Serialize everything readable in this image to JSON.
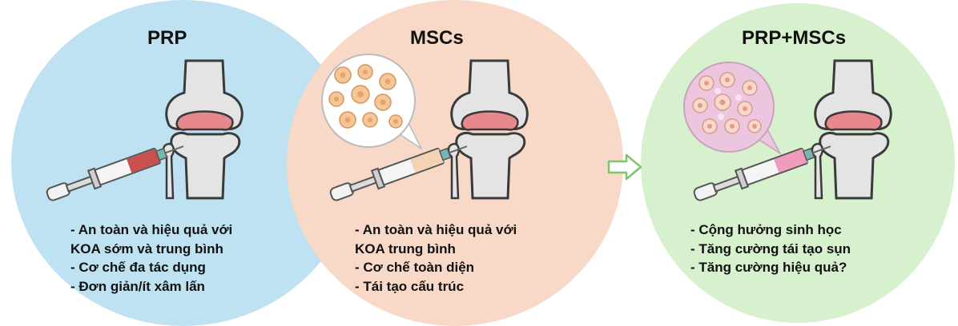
{
  "panels": {
    "prp": {
      "title": "PRP",
      "lines": [
        "- An toàn và hiệu quả với",
        "KOA sớm và trung bình",
        "- Cơ chế đa tác dụng",
        "- Đơn giản/ít xâm lấn"
      ],
      "circle_color": "#bfe2f2",
      "syringe_fill_color": "#c8504f"
    },
    "mscs": {
      "title": "MSCs",
      "lines": [
        "- An toàn và hiệu quả với",
        "KOA trung bình",
        "- Cơ chế toàn diện",
        "- Tái tạo cấu trúc"
      ],
      "circle_color": "#f8d9c7",
      "syringe_fill_color": "#f4d2b4"
    },
    "combined": {
      "title": "PRP+MSCs",
      "lines": [
        "- Cộng hưởng sinh học",
        "- Tăng cường tái tạo sụn",
        "- Tăng cường hiệu quả?"
      ],
      "circle_color": "#d7f0cd",
      "syringe_fill_color": "#ef9cbd"
    }
  },
  "icons": {
    "knee": "knee-joint-icon",
    "syringe": "syringe-icon",
    "cells": "cell-culture-icon",
    "arrow": "right-arrow-icon"
  },
  "colors": {
    "bone": "#e4e4e4",
    "bone_outline": "#3a3a3a",
    "cartilage": "#e7888d",
    "arrow_outline": "#7bc66a"
  }
}
